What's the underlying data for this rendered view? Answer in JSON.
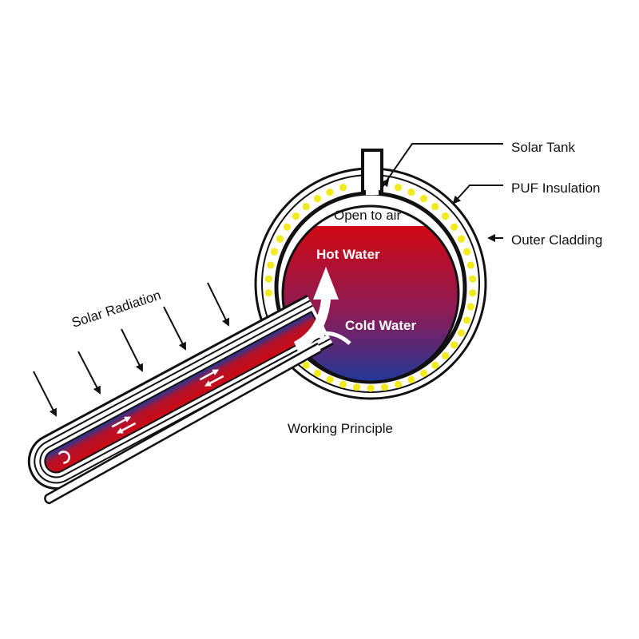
{
  "labels": {
    "solar_tank": "Solar Tank",
    "puf_insulation": "PUF Insulation",
    "outer_cladding": "Outer Cladding",
    "open_to_air": "Open to air",
    "hot_water": "Hot Water",
    "cold_water": "Cold Water",
    "solar_radiation": "Solar Radiation",
    "working_principle": "Working Principle"
  },
  "colors": {
    "hot": "#cc0a14",
    "cold": "#1a3a9a",
    "insulation_dots": "#f2ea1c",
    "outline": "#111111"
  },
  "icons": {
    "radiation_arrows": "arrow-down-right-icon",
    "flow_arrows": "double-arrow-icon"
  }
}
